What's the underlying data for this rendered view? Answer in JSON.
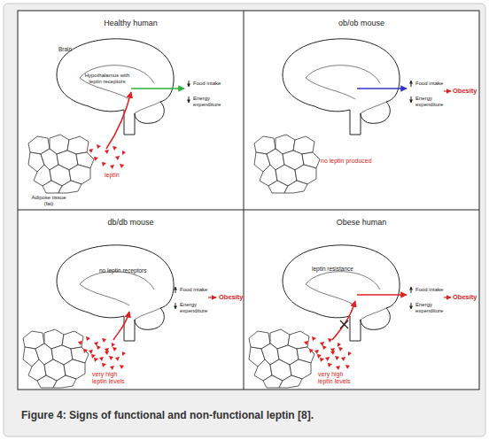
{
  "diagram": {
    "caption": "Figure 4: Signs of functional and non-functional leptin [8].",
    "nodes": [
      {
        "text": [
          "Healthy human"
        ]
      },
      {
        "text": [
          "ob/ob mouse"
        ]
      },
      {
        "text": [
          "db/db mouse"
        ]
      },
      {
        "text": [
          "Obese human"
        ]
      }
    ],
    "labels": [
      "Brain",
      "Hypothalamus with leptin receptors",
      "Food intake",
      "Energy expenditure",
      "leptin",
      "Adipose tissue (fat)",
      "Food intake",
      "Obesity",
      "Energy expenditure",
      "no leptin produced",
      "no leptin receptors",
      "Food intake",
      "Obesity",
      "Energy expenditure",
      "very high leptin levels",
      "leptin resistance",
      "Food intake",
      "Obesity",
      "Energy expenditure",
      "very high leptin levels"
    ]
  }
}
